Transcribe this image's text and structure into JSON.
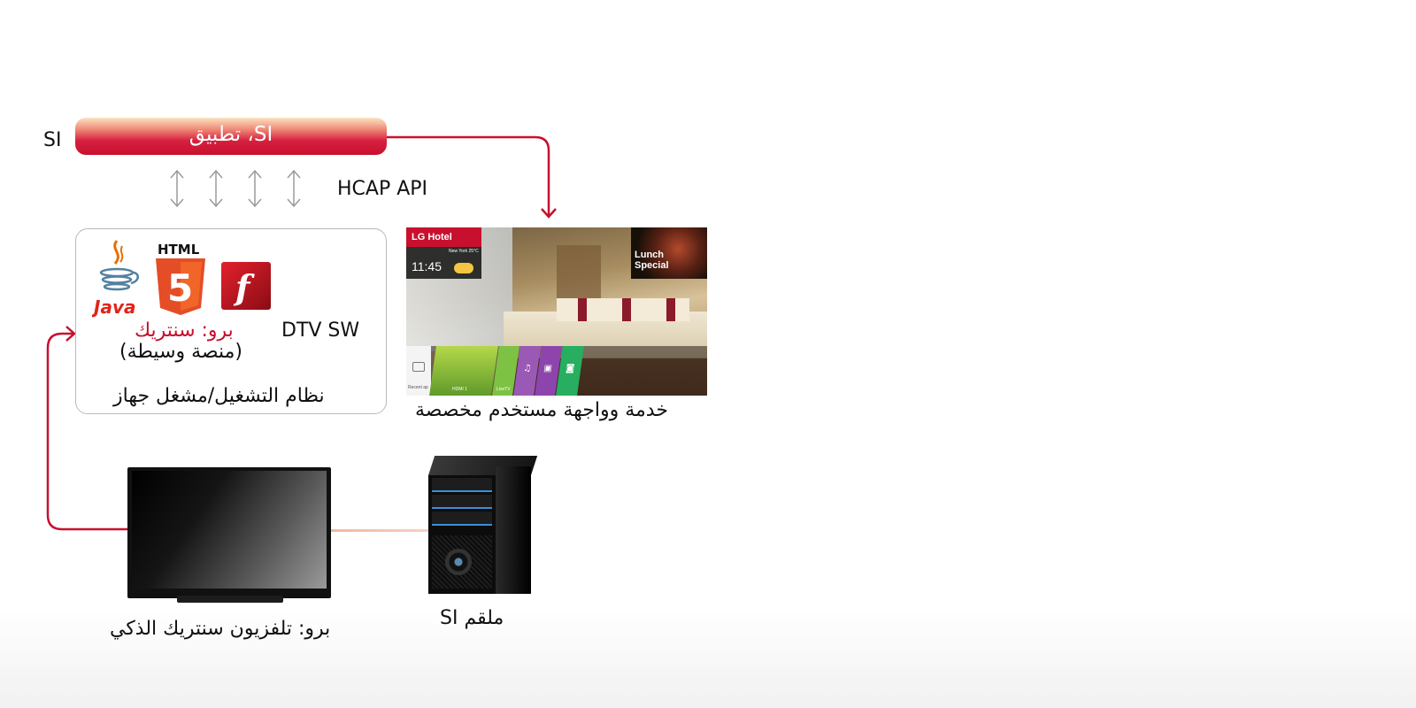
{
  "si_label": "SI",
  "si_app_bar": "تطبيق ،SI",
  "api_label": "HCAP API",
  "platform": {
    "dtv_label": "DTV SW",
    "pro_centric": "برو: سنتريك",
    "middleware": "(منصة وسيطة)",
    "os_label": "نظام التشغيل/مشغل جهاز",
    "html_logo": "HTML",
    "html_number": "5",
    "java_logo": "Java",
    "flash_logo": "f"
  },
  "hotel_ui": {
    "brand": "LG Hotel",
    "time": "11:45",
    "city": "New York 25°C",
    "promo_line1": "Lunch",
    "promo_line2": "Special",
    "tile_hdmi": "HDMI 1",
    "tile_live": "LiveTV",
    "recent": "Recent ap",
    "caption": "خدمة وواجهة مستخدم مخصصة"
  },
  "tv_caption": "برو: تلفزيون سنتريك الذكي",
  "server_caption": "SI ملقم",
  "colors": {
    "accent_red": "#c8102e",
    "arrow_gray": "#9a9a9a"
  }
}
